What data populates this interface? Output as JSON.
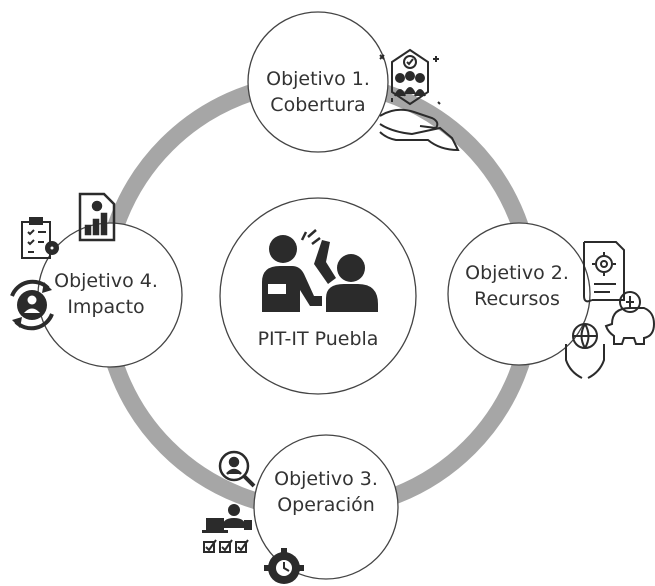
{
  "center": {
    "label": "PIT-IT Puebla",
    "icon": "high-five-icon"
  },
  "objectives": [
    {
      "line1": "Objetivo 1.",
      "line2": "Cobertura",
      "icons": [
        "community-shield-icon",
        "open-hand-icon"
      ]
    },
    {
      "line1": "Objetivo 2.",
      "line2": "Recursos",
      "icons": [
        "gear-certificate-icon",
        "piggy-bank-icon",
        "globe-hands-icon"
      ]
    },
    {
      "line1": "Objetivo 3.",
      "line2": "Operación",
      "icons": [
        "magnifier-user-icon",
        "laptop-user-icon",
        "checklist-icon",
        "gear-clock-icon"
      ]
    },
    {
      "line1": "Objetivo 4.",
      "line2": "Impacto",
      "icons": [
        "clipboard-gear-icon",
        "report-chart-icon",
        "user-cycle-icon"
      ]
    }
  ],
  "colors": {
    "ring": "#a6a6a6",
    "circle_stroke": "#444444",
    "icon": "#2b2b2b"
  }
}
